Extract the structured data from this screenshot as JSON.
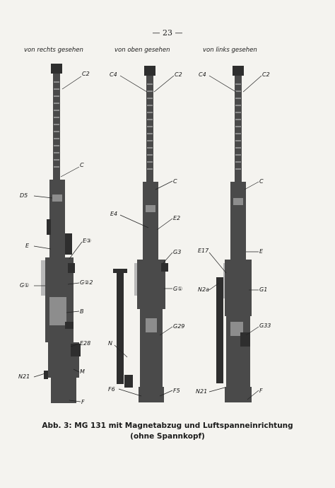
{
  "page_number": "— 23 —",
  "views": {
    "right": "von rechts gesehen",
    "top": "von oben gesehen",
    "left": "von links gesehen"
  },
  "labels": {
    "right": [
      "C2",
      "C",
      "D5",
      "E",
      "E③",
      "G①",
      "G②2",
      "B",
      "E28",
      "N21",
      "M",
      "F"
    ],
    "top": [
      "C4",
      "C2",
      "C",
      "E4",
      "E2",
      "G3",
      "G①",
      "G29",
      "N",
      "F6",
      "F5"
    ],
    "left": [
      "C4",
      "C2",
      "C",
      "E17",
      "E",
      "N2a",
      "G1",
      "G33",
      "N21",
      "F"
    ]
  },
  "caption": {
    "line1": "Abb. 3: MG 131 mit Magnetabzug und Luftspanneinrichtung",
    "line2": "(ohne Spannkopf)"
  }
}
